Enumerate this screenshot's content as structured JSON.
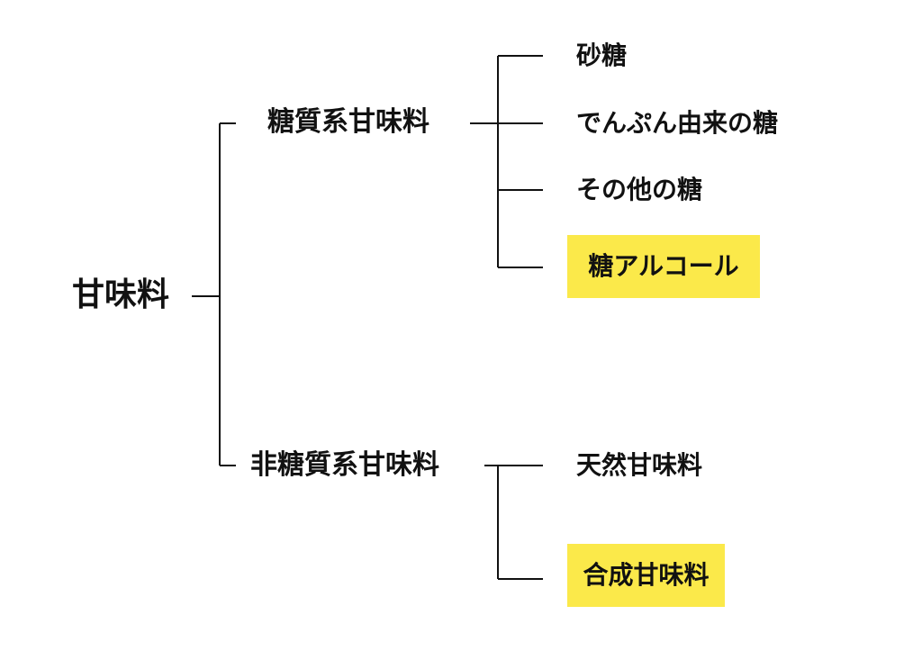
{
  "highlight_color": "#fbe94a",
  "line_color": "#111111",
  "root": {
    "label": "甘味料"
  },
  "groups": [
    {
      "label": "糖質系甘味料",
      "children": [
        {
          "label": "砂糖",
          "highlighted": false
        },
        {
          "label": "でんぷん由来の糖",
          "highlighted": false
        },
        {
          "label": "その他の糖",
          "highlighted": false
        },
        {
          "label": "糖アルコール",
          "highlighted": true
        }
      ]
    },
    {
      "label": "非糖質系甘味料",
      "children": [
        {
          "label": "天然甘味料",
          "highlighted": false
        },
        {
          "label": "合成甘味料",
          "highlighted": true
        }
      ]
    }
  ]
}
